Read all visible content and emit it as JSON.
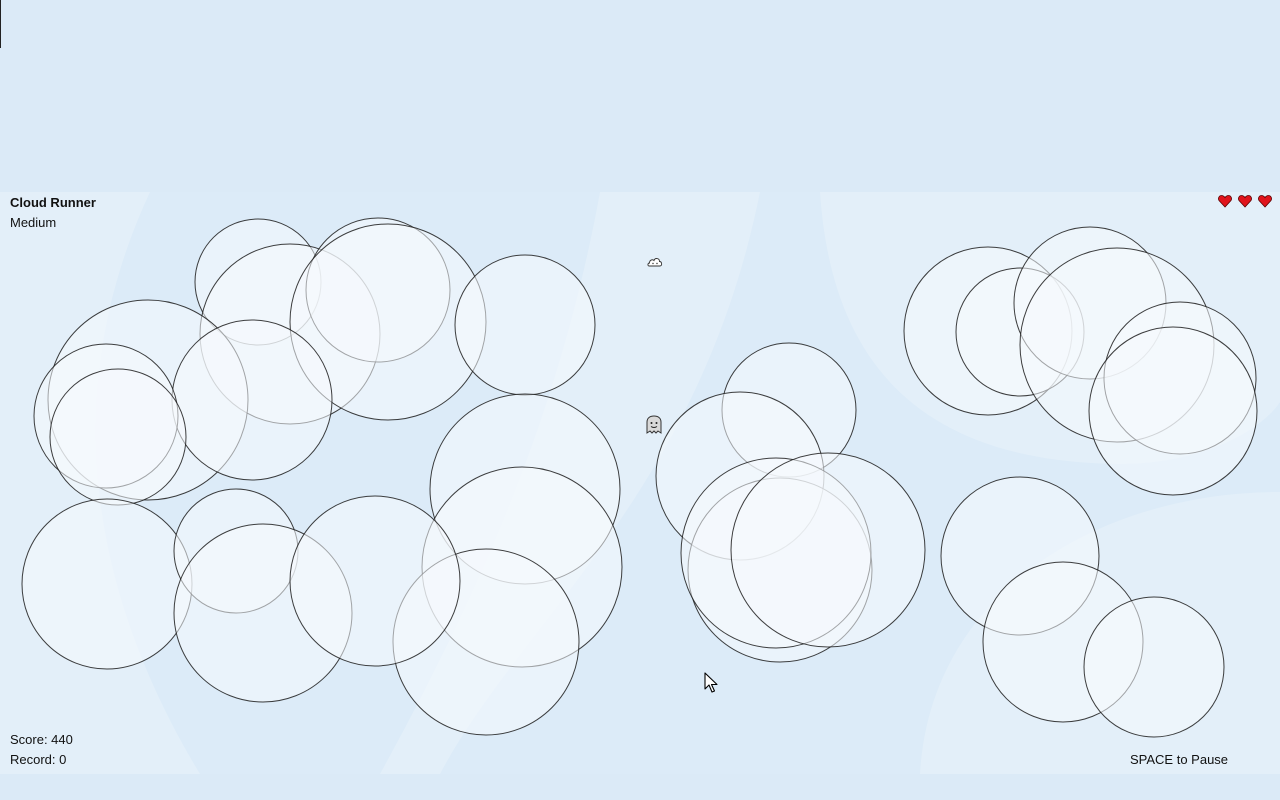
{
  "game": {
    "title": "Cloud Runner",
    "difficulty": "Medium",
    "score_label": "Score: 440",
    "record_label": "Record: 0",
    "pause_hint": "SPACE to Pause",
    "lives": 3,
    "lives_icon": "heart-icon",
    "player_icon": "ghost-face-icon",
    "pickup_icon": "mini-cloud-icon"
  },
  "colors": {
    "sky": "#dcebf8",
    "page": "#dbeaf7",
    "heart": "#e0141c",
    "cloud_fill": "#f5f9fd",
    "cloud_stroke": "#1c1c1c"
  }
}
